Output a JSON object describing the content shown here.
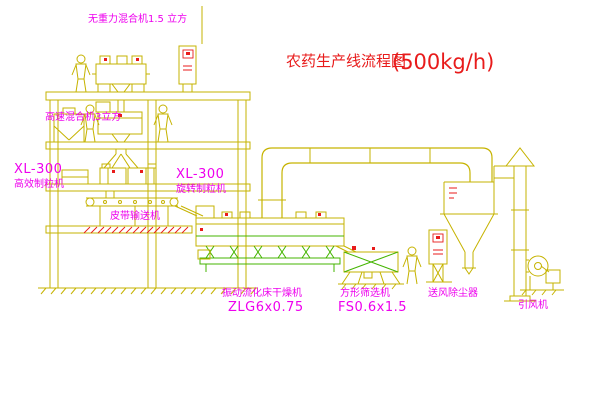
{
  "title": {
    "main": "农药生产线流程图",
    "capacity": "(500kg/h)"
  },
  "equipment_labels": {
    "gravity_mixer": "无重力混合机1.5 立方",
    "high_speed_mixer": "高速混合机3立方",
    "granulator_left": {
      "model": "XL-300",
      "name": "高效制粒机"
    },
    "granulator_right": {
      "model": "XL-300",
      "name": "旋转制粒机"
    },
    "belt_conveyor": "皮带输送机",
    "fluid_bed_dryer": {
      "name": "振动流化床干燥机",
      "model": "ZLG6x0.75"
    },
    "square_sieve": {
      "name": "方形筛选机",
      "model": "FS0.6x1.5"
    },
    "dust_collector": "送风除尘器",
    "induced_draft_fan": "引风机"
  },
  "colors": {
    "background": "#ffffff",
    "line_yellow": "#c6b300",
    "detail_green": "#44b400",
    "accent_red": "#e81b1b",
    "label_magenta": "#ee00ee",
    "title_red": "#e81b1b"
  }
}
